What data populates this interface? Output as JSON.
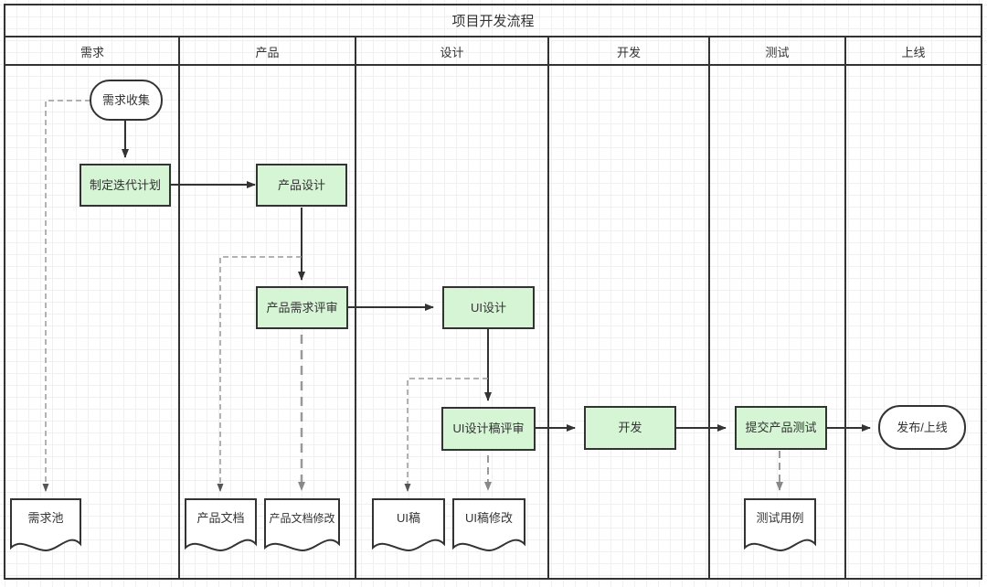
{
  "diagram": {
    "type": "swimlane-flowchart",
    "title": "项目开发流程",
    "colors": {
      "process_fill": "#d5f5d5",
      "process_stroke": "#333333",
      "document_fill": "#ffffff",
      "document_stroke": "#333333",
      "terminator_fill": "#ffffff",
      "terminator_stroke": "#333333",
      "solid_edge": "#333333",
      "dashed_edge": "#999999",
      "lane_border": "#333333",
      "grid_minor": "#f0f0f0",
      "grid_major": "#e6e6e6",
      "background": "#ffffff"
    },
    "lanes": [
      {
        "id": "lane-requirement",
        "label": "需求"
      },
      {
        "id": "lane-product",
        "label": "产品"
      },
      {
        "id": "lane-design",
        "label": "设计"
      },
      {
        "id": "lane-develop",
        "label": "开发"
      },
      {
        "id": "lane-test",
        "label": "测试"
      },
      {
        "id": "lane-release",
        "label": "上线"
      }
    ],
    "nodes": [
      {
        "id": "node-requirement-collect",
        "label": "需求收集",
        "shape": "terminator",
        "lane": "需求"
      },
      {
        "id": "node-iteration-plan",
        "label": "制定迭代计划",
        "shape": "process",
        "lane": "需求"
      },
      {
        "id": "node-requirement-pool",
        "label": "需求池",
        "shape": "document",
        "lane": "需求"
      },
      {
        "id": "node-product-design",
        "label": "产品设计",
        "shape": "process",
        "lane": "产品"
      },
      {
        "id": "node-product-review",
        "label": "产品需求评审",
        "shape": "process",
        "lane": "产品"
      },
      {
        "id": "node-product-doc",
        "label": "产品文档",
        "shape": "document",
        "lane": "产品"
      },
      {
        "id": "node-product-doc-revise",
        "label": "产品文档修改",
        "shape": "document",
        "lane": "产品"
      },
      {
        "id": "node-ui-design",
        "label": "UI设计",
        "shape": "process",
        "lane": "设计"
      },
      {
        "id": "node-ui-draft-review",
        "label": "UI设计稿评审",
        "shape": "process",
        "lane": "设计"
      },
      {
        "id": "node-ui-draft",
        "label": "UI稿",
        "shape": "document",
        "lane": "设计"
      },
      {
        "id": "node-ui-draft-revise",
        "label": "UI稿修改",
        "shape": "document",
        "lane": "设计"
      },
      {
        "id": "node-develop",
        "label": "开发",
        "shape": "process",
        "lane": "开发"
      },
      {
        "id": "node-submit-test",
        "label": "提交产品测试",
        "shape": "process",
        "lane": "测试"
      },
      {
        "id": "node-test-case",
        "label": "测试用例",
        "shape": "document",
        "lane": "测试"
      },
      {
        "id": "node-release",
        "label": "发布/上线",
        "shape": "terminator",
        "lane": "上线"
      }
    ],
    "edges": [
      {
        "from": "node-requirement-collect",
        "to": "node-iteration-plan",
        "style": "solid"
      },
      {
        "from": "node-requirement-collect",
        "to": "node-requirement-pool",
        "style": "dashed"
      },
      {
        "from": "node-iteration-plan",
        "to": "node-product-design",
        "style": "solid"
      },
      {
        "from": "node-product-design",
        "to": "node-product-review",
        "style": "dashed-branch"
      },
      {
        "from": "node-product-design",
        "to": "node-product-review",
        "style": "solid"
      },
      {
        "from": "node-product-design",
        "to": "node-product-doc",
        "style": "dashed"
      },
      {
        "from": "node-product-review",
        "to": "node-product-doc-revise",
        "style": "dashed"
      },
      {
        "from": "node-product-review",
        "to": "node-ui-design",
        "style": "solid"
      },
      {
        "from": "node-ui-design",
        "to": "node-ui-draft-review",
        "style": "solid"
      },
      {
        "from": "node-ui-design",
        "to": "node-ui-draft",
        "style": "dashed"
      },
      {
        "from": "node-ui-draft-review",
        "to": "node-ui-draft-revise",
        "style": "dashed"
      },
      {
        "from": "node-ui-draft-review",
        "to": "node-develop",
        "style": "solid"
      },
      {
        "from": "node-develop",
        "to": "node-submit-test",
        "style": "solid"
      },
      {
        "from": "node-submit-test",
        "to": "node-test-case",
        "style": "dashed"
      },
      {
        "from": "node-submit-test",
        "to": "node-release",
        "style": "solid"
      }
    ]
  }
}
